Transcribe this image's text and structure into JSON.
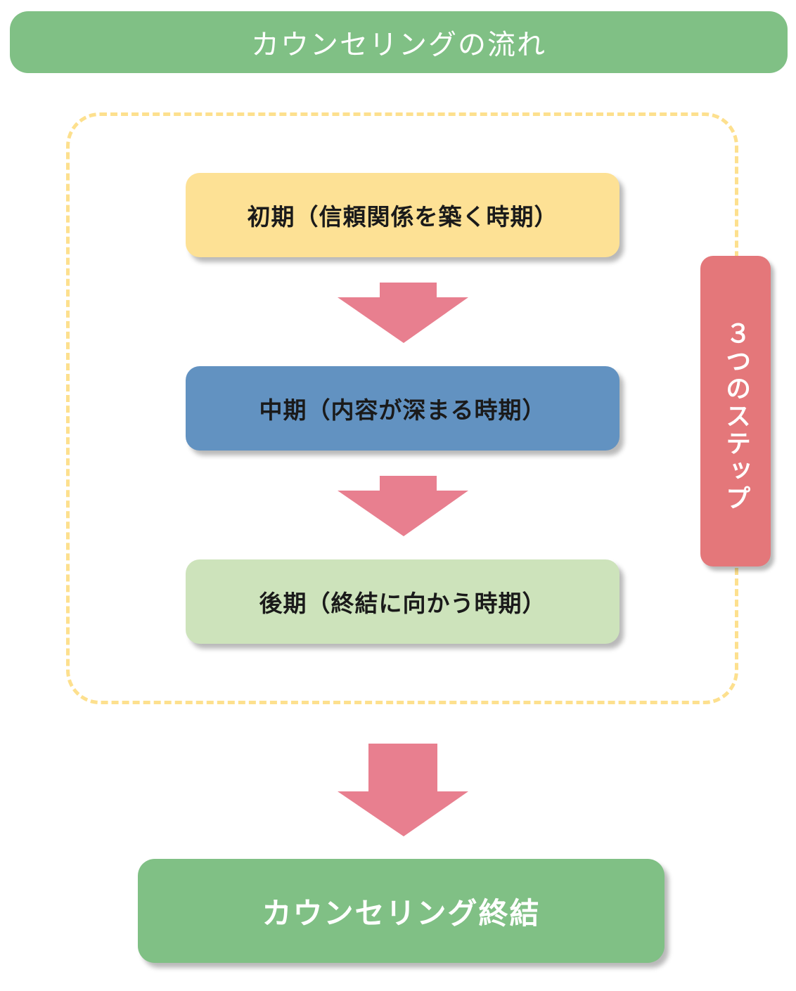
{
  "title": "カウンセリングの流れ",
  "steps": [
    {
      "label": "初期（信頼関係を築く時期）",
      "color": "#fde195"
    },
    {
      "label": "中期（内容が深まる時期）",
      "color": "#6292c1"
    },
    {
      "label": "後期（終結に向かう時期）",
      "color": "#cde3bb"
    }
  ],
  "side_badge": {
    "label": "３つのステップ",
    "color": "#e4777a"
  },
  "end": {
    "label": "カウンセリング終結",
    "color": "#80c085"
  },
  "colors": {
    "header": "#80c085",
    "frame": "#fde08e",
    "arrow": "#e87f8f"
  }
}
